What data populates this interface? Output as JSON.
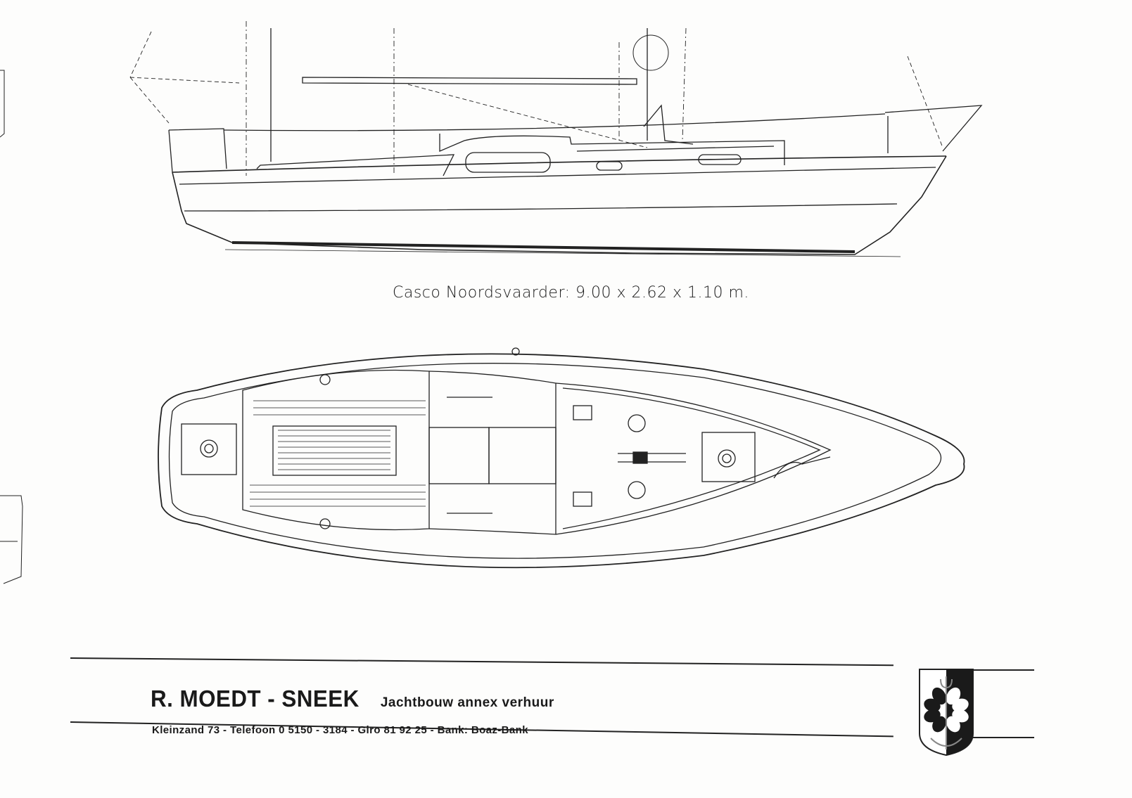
{
  "document": {
    "caption": "Casco Noordsvaarder: 9.00 x 2.62 x 1.10 m.",
    "footer": {
      "company": "R. MOEDT - SNEEK",
      "tagline": "Jachtbouw annex verhuur",
      "address": "Kleinzand 73  -  Telefoon 0 5150 - 3184  -  Giro 81 92 25  -  Bank: Boaz-Bank"
    },
    "colors": {
      "ink": "#1a1a1a",
      "paper": "#fdfdfc"
    }
  }
}
